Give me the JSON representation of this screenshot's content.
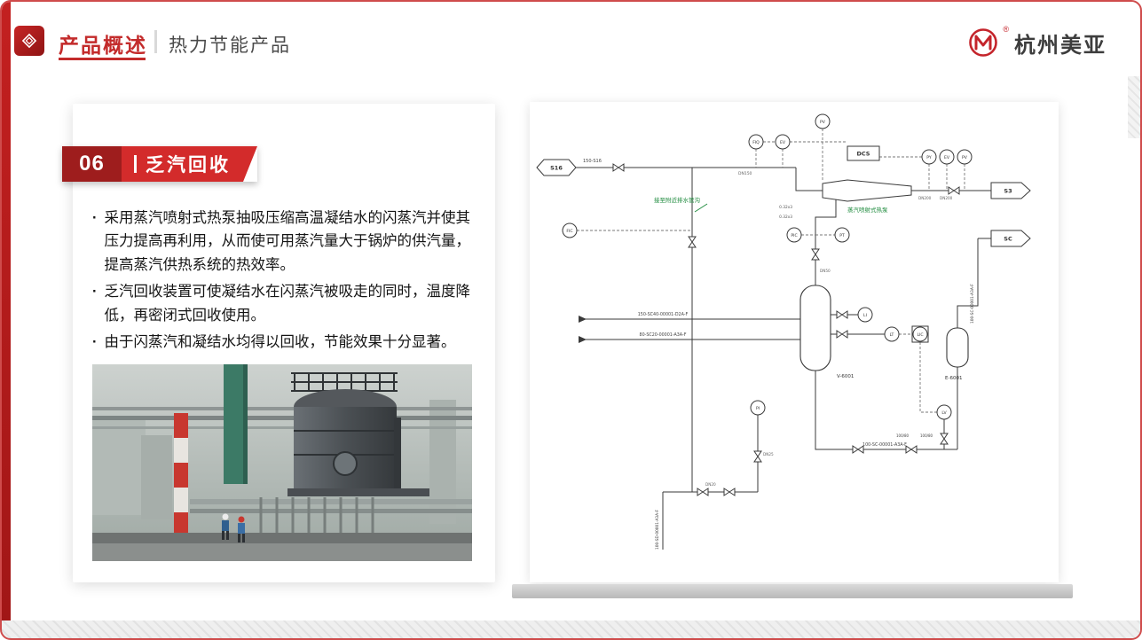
{
  "header": {
    "title": "产品概述",
    "subtitle": "热力节能产品",
    "brand": "杭州美亚",
    "brand_reg": "®"
  },
  "section": {
    "number": "06",
    "title": "乏汽回收"
  },
  "bullets": [
    "采用蒸汽喷射式热泵抽吸压缩高温凝结水的闪蒸汽并使其压力提高再利用，从而使可用蒸汽量大于锅炉的供汽量，提高蒸汽供热系统的热效率。",
    "乏汽回收装置可使凝结水在闪蒸汽被吸走的同时，温度降低，再密闭式回收使用。",
    "由于闪蒸汽和凝结水均得以回收，节能效果十分显著。"
  ],
  "bullet_marker": "·",
  "diagram": {
    "flags": {
      "s16": "S16",
      "s3": "S3",
      "sc": "SC"
    },
    "dcs": "DCS",
    "equipment": {
      "vessel": "V-6001",
      "exchanger": "E-6001"
    },
    "notes": {
      "drain": "接至附近排水管沟",
      "ejector": "蒸汽喷射式热泵"
    },
    "pipe_tags": {
      "main": "150-S16",
      "inlet1": "150-SC40-00001-D2A-F",
      "inlet2": "80-SC20-00001-A3A-F",
      "bottom": "100-SC-00001-A3A-F",
      "sc_line": "100-SC-00001-A3A-F",
      "drain_line": "100-SD-00001-A3A-F"
    },
    "size_labels": {
      "dn150": "DN150",
      "dn200": "DN200",
      "dn50": "DN50",
      "dn25": "DN25",
      "dn20": "DN20",
      "reducer": "100/80",
      "ratio": "0.32x3"
    },
    "instruments": {
      "fic": "FIC",
      "fiq": "FIQ",
      "ev": "EV",
      "pv": "PV",
      "py": "PY",
      "pic": "PIC",
      "pt": "PT",
      "pi": "PI",
      "li": "LI",
      "lt": "LT",
      "lic": "LIC",
      "lv": "LV"
    }
  },
  "colors": {
    "accent": "#c32b2b",
    "banner": "#d32b2b",
    "banner_dark": "#9e1d1d",
    "note_green": "#1d8a3c",
    "line": "#3a3a3a"
  }
}
